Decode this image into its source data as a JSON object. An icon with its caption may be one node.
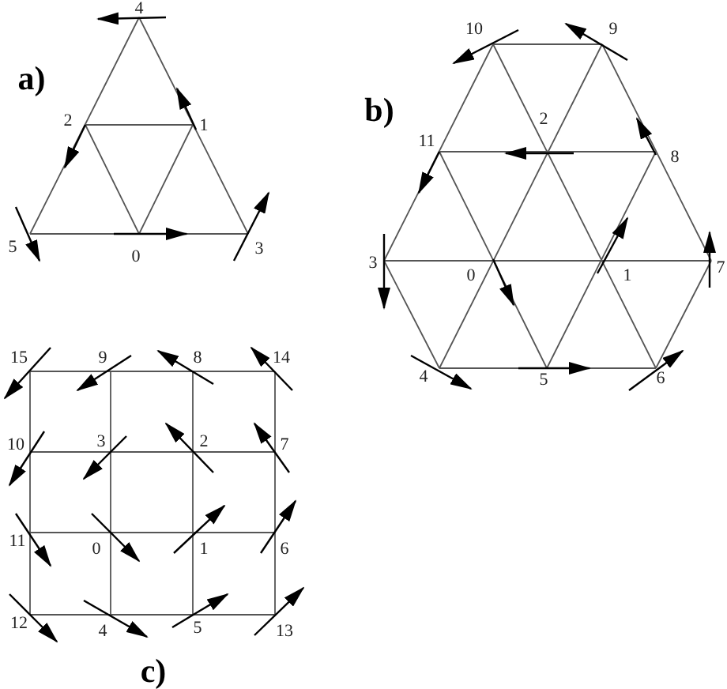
{
  "diagram": {
    "labels": [
      "4",
      "a)",
      "2",
      "1",
      "5",
      "0",
      "3",
      "10",
      "9",
      "b)",
      "2",
      "11",
      "8",
      "3",
      "0",
      "1",
      "7",
      "4",
      "5",
      "6",
      "15",
      "9",
      "8",
      "14",
      "10",
      "3",
      "2",
      "7",
      "11",
      "0",
      "1",
      "6",
      "12",
      "4",
      "5",
      "13",
      "c)"
    ]
  }
}
